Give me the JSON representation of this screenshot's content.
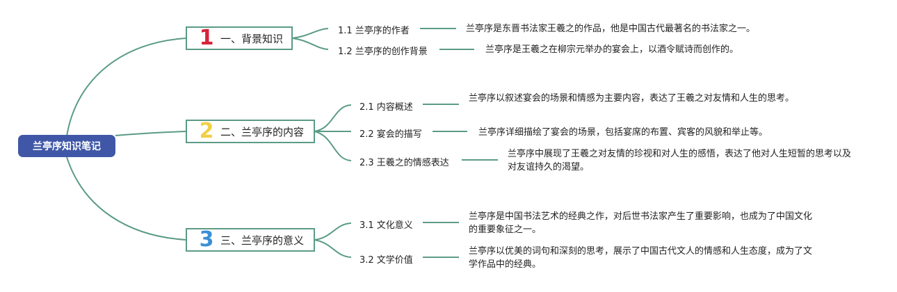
{
  "root": {
    "label": "兰亭序知识笔记",
    "color": "#3f57a6"
  },
  "line_color": "#5a9b86",
  "branches": [
    {
      "number": "1",
      "number_color": "#d6243a",
      "label": "一、背景知识",
      "items": [
        {
          "label": "1.1 兰亭序的作者",
          "desc": "兰亭序是东晋书法家王羲之的作品，他是中国古代最著名的书法家之一。"
        },
        {
          "label": "1.2 兰亭序的创作背景",
          "desc": "兰亭序是王羲之在柳宗元举办的宴会上，以酒令赋诗而创作的。"
        }
      ]
    },
    {
      "number": "2",
      "number_color": "#f2cf45",
      "label": "二、兰亭序的内容",
      "items": [
        {
          "label": "2.1 内容概述",
          "desc": "兰亭序以叙述宴会的场景和情感为主要内容，表达了王羲之对友情和人生的思考。"
        },
        {
          "label": "2.2 宴会的描写",
          "desc": "兰亭序详细描绘了宴会的场景，包括宴席的布置、宾客的风貌和举止等。"
        },
        {
          "label": "2.3 王羲之的情感表达",
          "desc": "兰亭序中展现了王羲之对友情的珍视和对人生的感悟，表达了他对人生短暂的思考以及对友谊持久的渴望。"
        }
      ]
    },
    {
      "number": "3",
      "number_color": "#3a8fd6",
      "label": "三、兰亭序的意义",
      "items": [
        {
          "label": "3.1 文化意义",
          "desc": "兰亭序是中国书法艺术的经典之作，对后世书法家产生了重要影响，也成为了中国文化的重要象征之一。"
        },
        {
          "label": "3.2 文学价值",
          "desc": "兰亭序以优美的词句和深刻的思考，展示了中国古代文人的情感和人生态度，成为了文学作品中的经典。"
        }
      ]
    }
  ]
}
